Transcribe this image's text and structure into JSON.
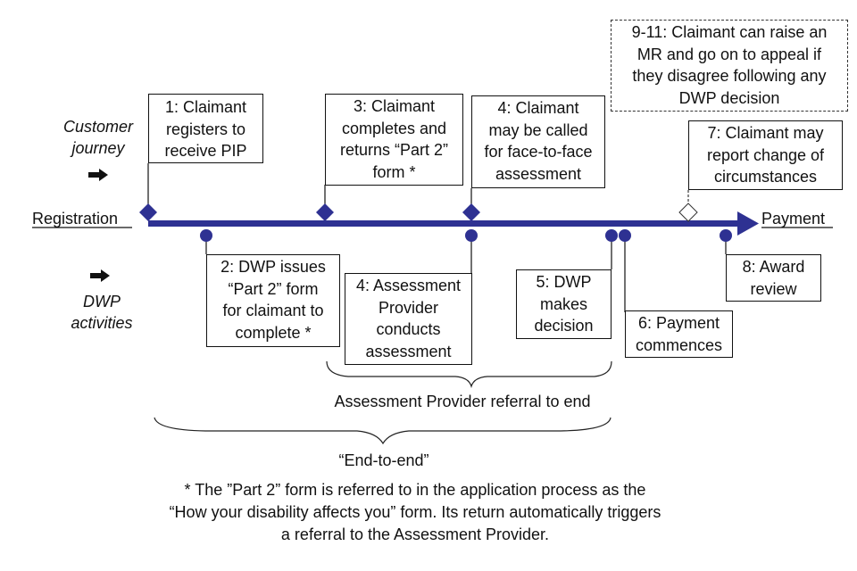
{
  "colors": {
    "timeline": "#2E3192",
    "text": "#111111",
    "box_border": "#111111"
  },
  "lane_labels": {
    "customer": "Customer\njourney",
    "dwp": "DWP\nactivities"
  },
  "endpoints": {
    "start": "Registration",
    "end": "Payment"
  },
  "customer_steps": [
    {
      "id": "1",
      "text": "1: Claimant\nregisters to\nreceive PIP",
      "marker": "filled-diamond"
    },
    {
      "id": "3",
      "text": "3: Claimant\ncompletes and\nreturns “Part 2”\nform *",
      "marker": "filled-diamond"
    },
    {
      "id": "4c",
      "text": "4: Claimant\nmay be called\nfor face-to-face\nassessment",
      "marker": "filled-diamond"
    },
    {
      "id": "7",
      "text": "7: Claimant may\nreport change of\ncircumstances",
      "marker": "hollow-diamond"
    },
    {
      "id": "9-11",
      "text": "9-11: Claimant can raise an\nMR and go on to appeal if\nthey disagree following any\nDWP decision",
      "marker": "none",
      "style": "dashed"
    }
  ],
  "dwp_steps": [
    {
      "id": "2",
      "text": "2: DWP issues\n“Part 2” form\nfor claimant to\ncomplete *",
      "marker": "circle"
    },
    {
      "id": "4d",
      "text": "4: Assessment\nProvider\nconducts\nassessment",
      "marker": "circle"
    },
    {
      "id": "5",
      "text": "5: DWP\nmakes\ndecision",
      "marker": "circle"
    },
    {
      "id": "6",
      "text": "6: Payment\ncommences",
      "marker": "circle"
    },
    {
      "id": "8",
      "text": "8: Award\nreview",
      "marker": "circle"
    }
  ],
  "braces": {
    "referral": "Assessment Provider referral to end",
    "end_to_end": "“End-to-end”"
  },
  "footnote": "* The ”Part 2” form is referred to in the application process as the\n“How your disability affects you” form. Its return automatically triggers\na referral to the Assessment Provider.",
  "icons": {
    "lane_arrow": "right-arrow-icon"
  }
}
